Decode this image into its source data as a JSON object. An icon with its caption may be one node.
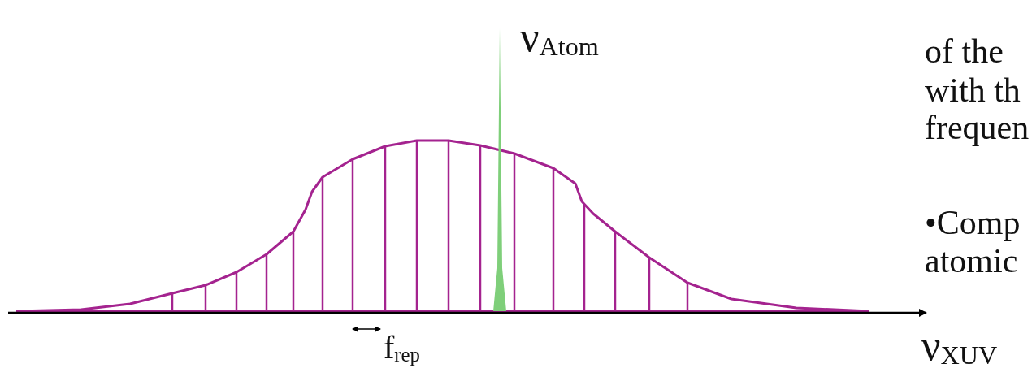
{
  "diagram": {
    "labels": [
      "ν$_{Atom}$",
      "f$_{rep}$",
      "ν$_{XUV}$",
      "of the",
      "with th",
      "frequen",
      "•Comp",
      "atomic"
    ]
  }
}
